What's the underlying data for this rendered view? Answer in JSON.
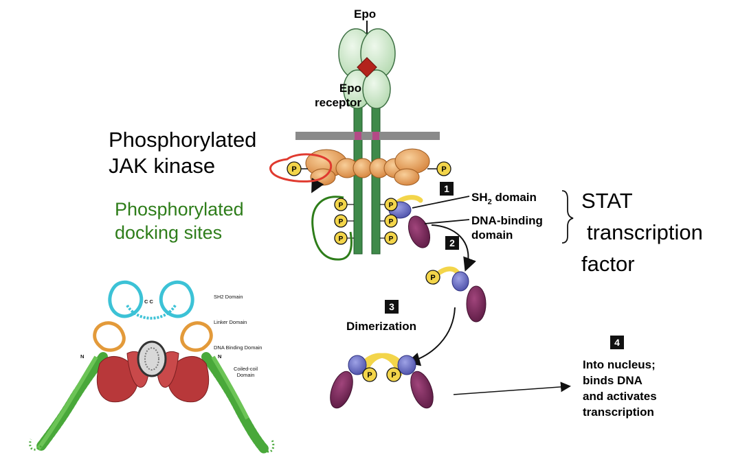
{
  "epo": {
    "ligand_label": "Epo",
    "receptor_label_line1": "Epo",
    "receptor_label_line2": "receptor"
  },
  "annotations": {
    "jak_line1": "Phosphorylated",
    "jak_line2": "JAK kinase",
    "docking_line1": "Phosphorylated",
    "docking_line2": "docking sites",
    "stat_line1": "STAT",
    "stat_line2": "transcription",
    "stat_line3": "factor"
  },
  "domains": {
    "sh2_prefix": "SH",
    "sh2_sub": "2",
    "sh2_suffix": " domain",
    "dna_binding_line1": "DNA-binding",
    "dna_binding_line2": "domain"
  },
  "steps": [
    {
      "number": "1"
    },
    {
      "number": "2"
    },
    {
      "number": "3",
      "label": "Dimerization"
    },
    {
      "number": "4",
      "line1": "Into nucleus;",
      "line2": "binds DNA",
      "line3": "and activates",
      "line4": "transcription"
    }
  ],
  "phospho_symbol": "P",
  "structure": {
    "sh2_label": "SH2 Domain",
    "linker_label": "Linker Domain",
    "dna_label": "DNA Binding Domain",
    "coil_label1": "Coiled-coil",
    "coil_label2": "Domain",
    "n_left": "N",
    "n_right": "N",
    "cc_label": "C C"
  },
  "colors": {
    "receptor_green": "#3f8a4a",
    "epo_ellipse": "#c9e6c6",
    "jak_orange": "#e7a35f",
    "phospho_yellow": "#f3d54a",
    "sh2_blue": "#6f73c2",
    "dna_purple": "#7a2a5c",
    "membrane_gray": "#8a8a8a",
    "red_circle": "#e03a2f",
    "green_circle": "#2e7d1a"
  }
}
